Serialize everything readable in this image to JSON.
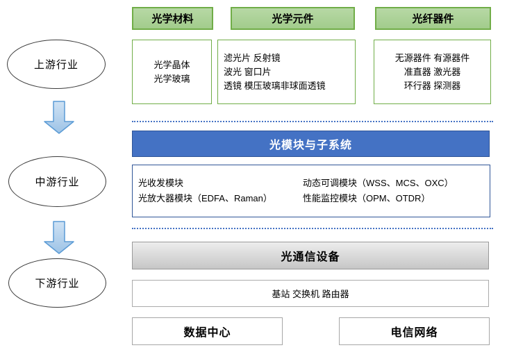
{
  "left_flow": {
    "stages": [
      {
        "label": "上游行业"
      },
      {
        "label": "中游行业"
      },
      {
        "label": "下游行业"
      }
    ]
  },
  "upstream": {
    "columns": [
      {
        "header": "光学材料",
        "lines": [
          "光学晶体",
          "光学玻璃"
        ]
      },
      {
        "header": "光学元件",
        "lines": [
          "滤光片 反射镜",
          "波光 窗口片",
          "透镜 模压玻璃非球面透镜"
        ]
      },
      {
        "header": "光纤器件",
        "lines": [
          "无源器件 有源器件",
          "准直器 激光器",
          "环行器 探测器"
        ]
      }
    ]
  },
  "midstream": {
    "header": "光模块与子系统",
    "left_lines": [
      "光收发模块",
      "光放大器模块（EDFA、Raman）"
    ],
    "right_lines": [
      "动态可调模块（WSS、MCS、OXC）",
      "性能监控模块（OPM、OTDR）"
    ]
  },
  "downstream": {
    "header": "光通信设备",
    "equipment": "基站 交换机 路由器",
    "applications": [
      {
        "label": "数据中心"
      },
      {
        "label": "电信网络"
      }
    ]
  },
  "colors": {
    "green_fill_light": "#b7d8a5",
    "green_fill_dark": "#a2cc8c",
    "green_border": "#70ad47",
    "blue": "#4472c4",
    "blue_dark": "#2f5597",
    "arrow_fill_light": "#cfe2f4",
    "arrow_fill_dark": "#9dc3e6",
    "arrow_border": "#5b9bd5"
  }
}
